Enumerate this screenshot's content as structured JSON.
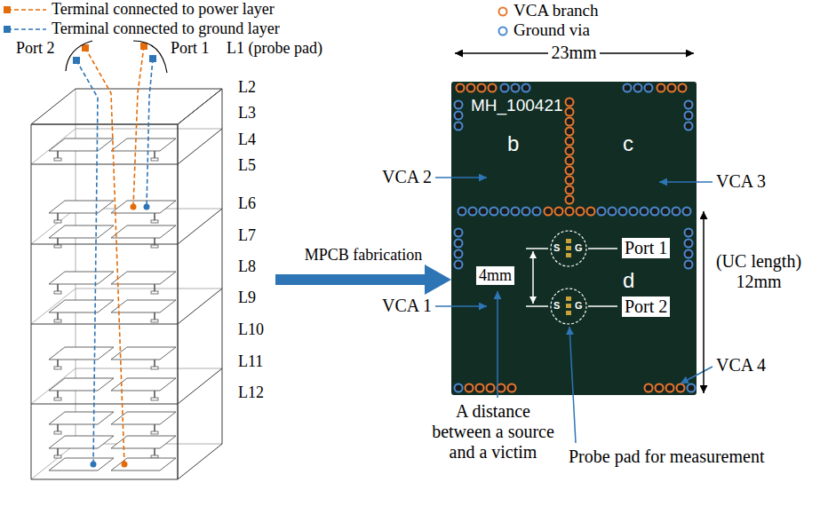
{
  "diagram": {
    "nodes": [
      {
        "text": [
          "L2",
          "L3",
          "L4",
          "L5",
          "L6",
          "L7",
          "L8",
          "L9",
          "L10",
          "L11",
          "L12"
        ]
      },
      {
        "text": [
          "MH_100421",
          "b",
          "c",
          "d"
        ]
      }
    ],
    "edges": [
      {
        "from": 0,
        "to": 1,
        "label": "MPCB fabrication",
        "arrow": "to"
      }
    ],
    "labels": [
      "Port 2",
      "Port 1",
      "L1 (probe pad)",
      "23mm",
      "VCA 2",
      "VCA 3",
      "VCA 1",
      "VCA 4",
      "S",
      "G",
      "S",
      "G",
      "Port 1",
      "Port 2",
      "4mm",
      "(UC length) 12mm",
      "A distance between a source and a victim",
      "Probe pad for measurement"
    ],
    "legend": [
      {
        "text": "Terminal connected to power layer"
      },
      {
        "text": "Terminal connected to ground layer"
      },
      {
        "text": "VCA branch"
      },
      {
        "text": "Ground via"
      }
    ]
  }
}
